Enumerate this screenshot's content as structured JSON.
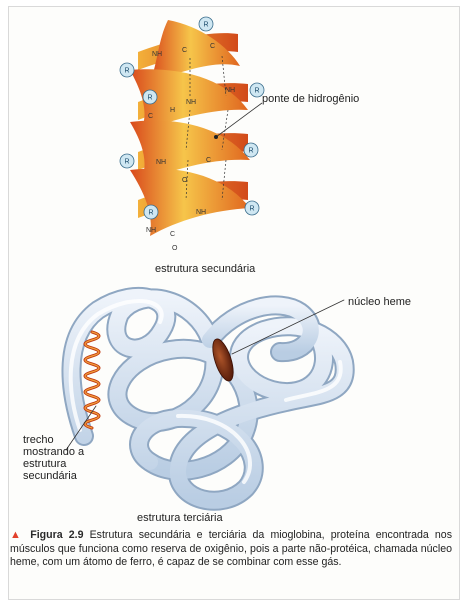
{
  "labels": {
    "hydrogen_bond": "ponte de hidrogênio",
    "secondary_structure": "estrutura secundária",
    "heme_nucleus": "núcleo heme",
    "segment_showing": "trecho mostrando a estrutura secundária",
    "tertiary_structure": "estrutura terciária"
  },
  "helix_atoms": {
    "r": "R",
    "nh": "NH",
    "c": "C",
    "o": "O",
    "h": "H"
  },
  "caption": {
    "figure_id": "Figura 2.9",
    "text": "Estrutura secundária e terciária da mioglobina, proteína encontrada nos músculos que funciona como reserva de oxigênio, pois a parte não-protéica, chamada núcleo heme, com um átomo de ferro, é capaz de se combinar com esse gás."
  },
  "colors": {
    "helix_light": "#f6c54a",
    "helix_dark": "#d9491c",
    "r_group": "#cfe7f2",
    "tube": "#dbe6f2",
    "heme": "#7a2a10",
    "caption_marker": "#e2412b"
  }
}
